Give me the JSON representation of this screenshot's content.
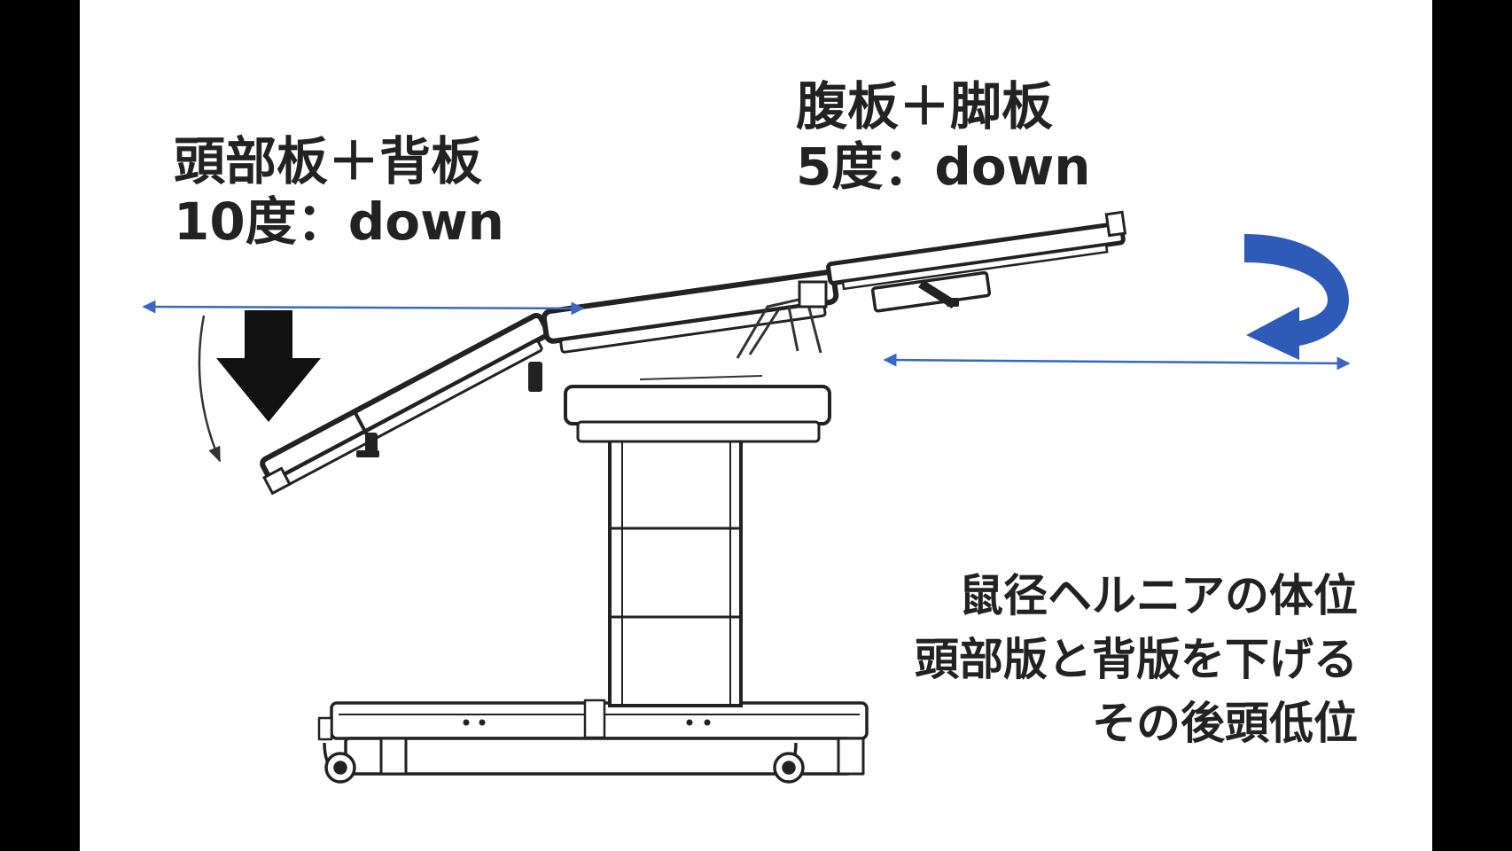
{
  "labels": {
    "head_back_title": "頭部板＋背板",
    "head_back_angle": "10度：down",
    "abdomen_leg_title": "腹板＋脚板",
    "abdomen_leg_angle": "5度：down"
  },
  "caption": {
    "lines": [
      "鼠径ヘルニアの体位",
      "頭部版と背版を下げる",
      "その後頭低位"
    ]
  },
  "icons": {
    "down_arrow": "down-arrow-icon",
    "rotate_arrow": "rotate-arrow-icon"
  },
  "colors": {
    "guide_line": "#3a66c4",
    "rotate_arrow": "#2e5bb8",
    "down_arrow": "#111111",
    "text": "#222222",
    "background": "#ffffff",
    "letterbox": "#000000"
  }
}
